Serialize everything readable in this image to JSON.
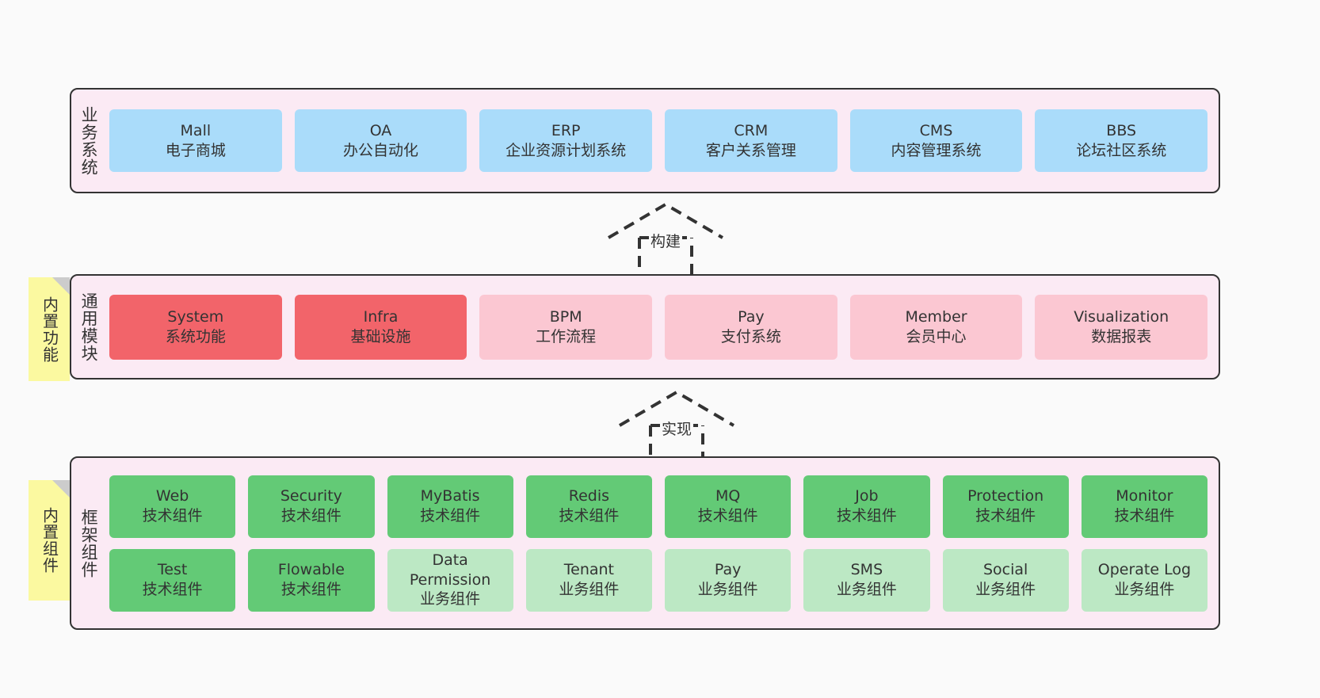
{
  "diagram": {
    "background": "#fafafa",
    "panel_bg": "#fbeaf4",
    "panel_border": "#333333",
    "note_bg": "#fbf9a0",
    "colors": {
      "business": "#aadcfa",
      "module_core": "#f2646a",
      "module_optional": "#fbc7d2",
      "framework_tech": "#63ca76",
      "framework_business": "#bce8c4"
    }
  },
  "layers": {
    "business": {
      "title": "业务系统",
      "cards": [
        {
          "name": "Mall",
          "desc": "电子商城"
        },
        {
          "name": "OA",
          "desc": "办公自动化"
        },
        {
          "name": "ERP",
          "desc": "企业资源计划系统"
        },
        {
          "name": "CRM",
          "desc": "客户关系管理"
        },
        {
          "name": "CMS",
          "desc": "内容管理系统"
        },
        {
          "name": "BBS",
          "desc": "论坛社区系统"
        }
      ]
    },
    "module": {
      "title": "通用模块",
      "note": "内置功能",
      "cards": [
        {
          "name": "System",
          "desc": "系统功能",
          "kind": "red"
        },
        {
          "name": "Infra",
          "desc": "基础设施",
          "kind": "red"
        },
        {
          "name": "BPM",
          "desc": "工作流程",
          "kind": "pink"
        },
        {
          "name": "Pay",
          "desc": "支付系统",
          "kind": "pink"
        },
        {
          "name": "Member",
          "desc": "会员中心",
          "kind": "pink"
        },
        {
          "name": "Visualization",
          "desc": "数据报表",
          "kind": "pink"
        }
      ]
    },
    "framework": {
      "title": "框架组件",
      "note": "内置组件",
      "row1": [
        {
          "name": "Web",
          "desc": "技术组件"
        },
        {
          "name": "Security",
          "desc": "技术组件"
        },
        {
          "name": "MyBatis",
          "desc": "技术组件"
        },
        {
          "name": "Redis",
          "desc": "技术组件"
        },
        {
          "name": "MQ",
          "desc": "技术组件"
        },
        {
          "name": "Job",
          "desc": "技术组件"
        },
        {
          "name": "Protection",
          "desc": "技术组件"
        },
        {
          "name": "Monitor",
          "desc": "技术组件"
        }
      ],
      "row2": [
        {
          "name": "Test",
          "desc": "技术组件",
          "kind": "green"
        },
        {
          "name": "Flowable",
          "desc": "技术组件",
          "kind": "green"
        },
        {
          "name": "Data Permission",
          "desc": "业务组件",
          "kind": "lightgreen"
        },
        {
          "name": "Tenant",
          "desc": "业务组件",
          "kind": "lightgreen"
        },
        {
          "name": "Pay",
          "desc": "业务组件",
          "kind": "lightgreen"
        },
        {
          "name": "SMS",
          "desc": "业务组件",
          "kind": "lightgreen"
        },
        {
          "name": "Social",
          "desc": "业务组件",
          "kind": "lightgreen"
        },
        {
          "name": "Operate Log",
          "desc": "业务组件",
          "kind": "lightgreen"
        }
      ]
    }
  },
  "connectors": [
    {
      "label": "构建"
    },
    {
      "label": "实现"
    }
  ]
}
